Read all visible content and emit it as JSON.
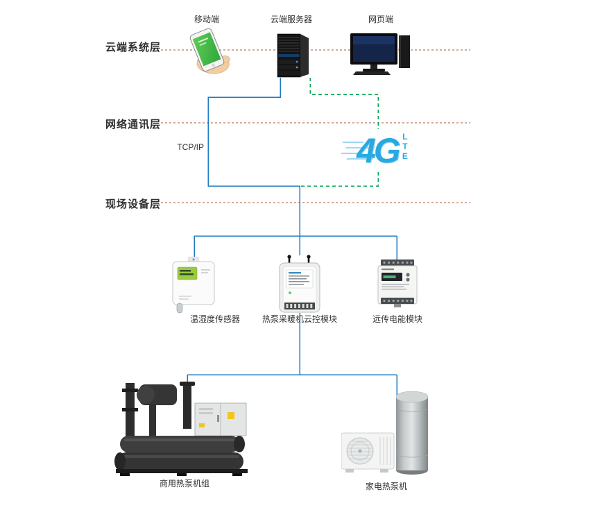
{
  "colors": {
    "layer_dash_line": "#b2562e",
    "link_blue": "#1d7ac1",
    "link_green": "#00a551",
    "logo_blue": "#29a9e1",
    "phone_screen_green": "#4fc04a"
  },
  "layers": [
    {
      "label": "云端系统层"
    },
    {
      "label": "网络通讯层"
    },
    {
      "label": "现场设备层"
    }
  ],
  "cloud_layer": {
    "mobile_label": "移动端",
    "server_label": "云端服务器",
    "web_label": "网页端"
  },
  "network_layer": {
    "protocol_label": "TCP/IP",
    "logo_main": "4G",
    "logo_sub": "LTE"
  },
  "field_layer": {
    "sensor_label": "温湿度传感器",
    "controller_label": "热泵采暖机云控模块",
    "meter_label": "远传电能模块",
    "commercial_unit_label": "商用热泵机组",
    "home_unit_label": "家电热泵机"
  }
}
